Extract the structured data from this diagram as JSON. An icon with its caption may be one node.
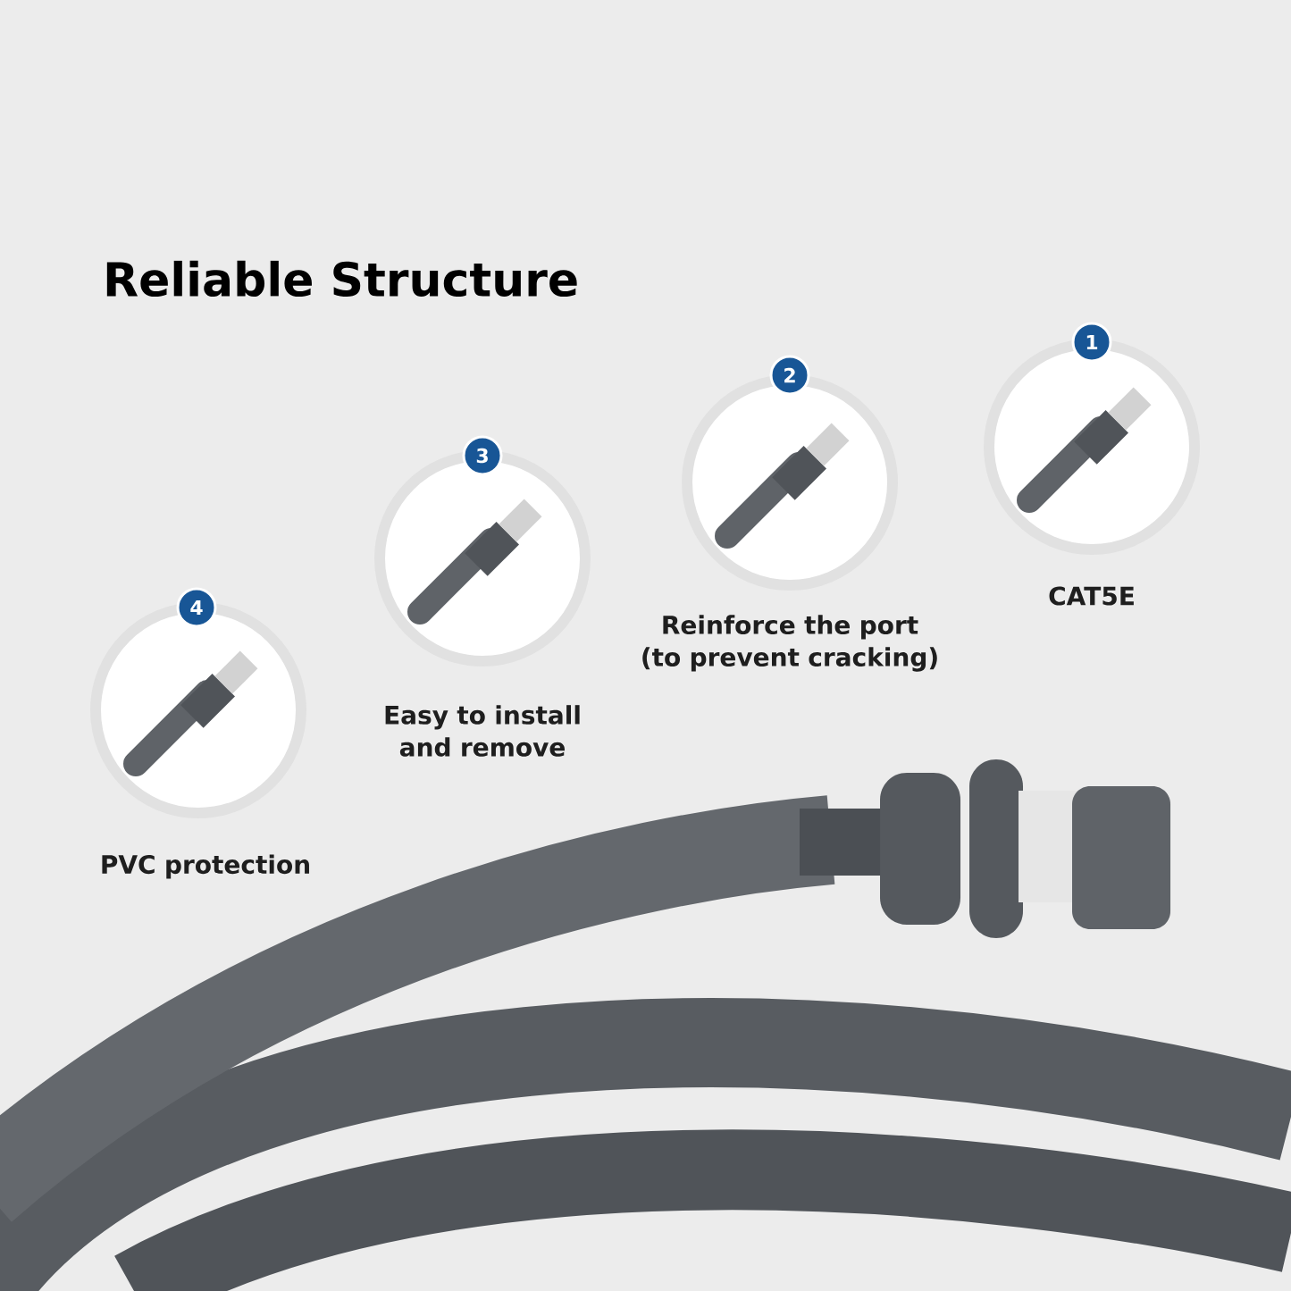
{
  "diagram": {
    "title": "Reliable Structure",
    "nodes": [
      {
        "text": [
          "CAT5E"
        ]
      },
      {
        "text": [
          "Reinforce the port (to prevent cracking)"
        ]
      },
      {
        "text": [
          "Easy to install and remove"
        ]
      },
      {
        "text": [
          "PVC protection"
        ]
      }
    ],
    "labels": [
      "1",
      "2",
      "3",
      "4"
    ]
  }
}
